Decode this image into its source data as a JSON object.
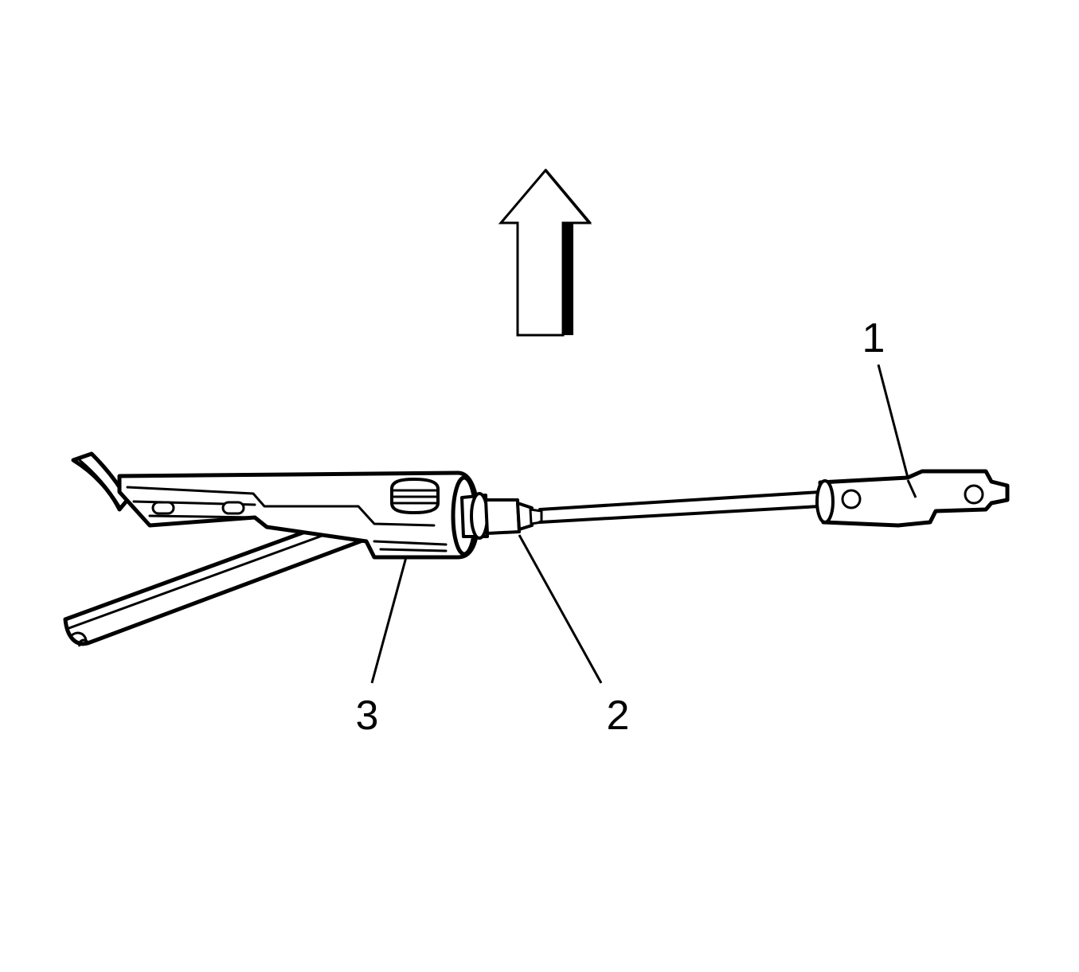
{
  "diagram": {
    "arrow": {
      "icon": "up-arrow-icon",
      "meaning": "direction-of-removal"
    },
    "callouts": [
      {
        "id": "1",
        "label": "1"
      },
      {
        "id": "2",
        "label": "2"
      },
      {
        "id": "3",
        "label": "3"
      }
    ],
    "colors": {
      "ink": "#000000",
      "paper": "#ffffff"
    }
  }
}
